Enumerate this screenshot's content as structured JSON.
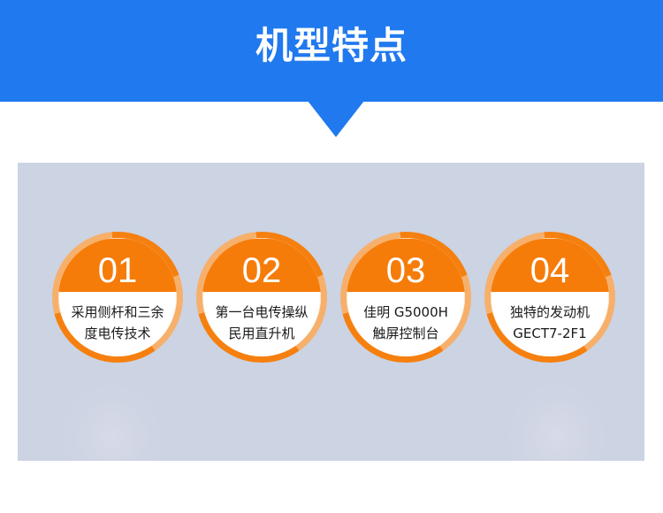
{
  "header": {
    "title": "机型特点",
    "background_color": "#2079ee"
  },
  "panel": {
    "background_color": "#ccd3e2"
  },
  "features": [
    {
      "number": "01",
      "lines": [
        "采用侧杆和三余",
        "度电传技术"
      ]
    },
    {
      "number": "02",
      "lines": [
        "第一台电传操纵",
        "民用直升机"
      ]
    },
    {
      "number": "03",
      "lines": [
        "佳明 G5000H",
        "触屏控制台"
      ]
    },
    {
      "number": "04",
      "lines": [
        "独特的发动机",
        "GECT7-2F1"
      ]
    }
  ],
  "colors": {
    "accent_orange": "#f67c0a",
    "ring_light_orange": "#f6b06c",
    "text_dark": "#1a1a1a",
    "text_light": "#ffffff"
  }
}
